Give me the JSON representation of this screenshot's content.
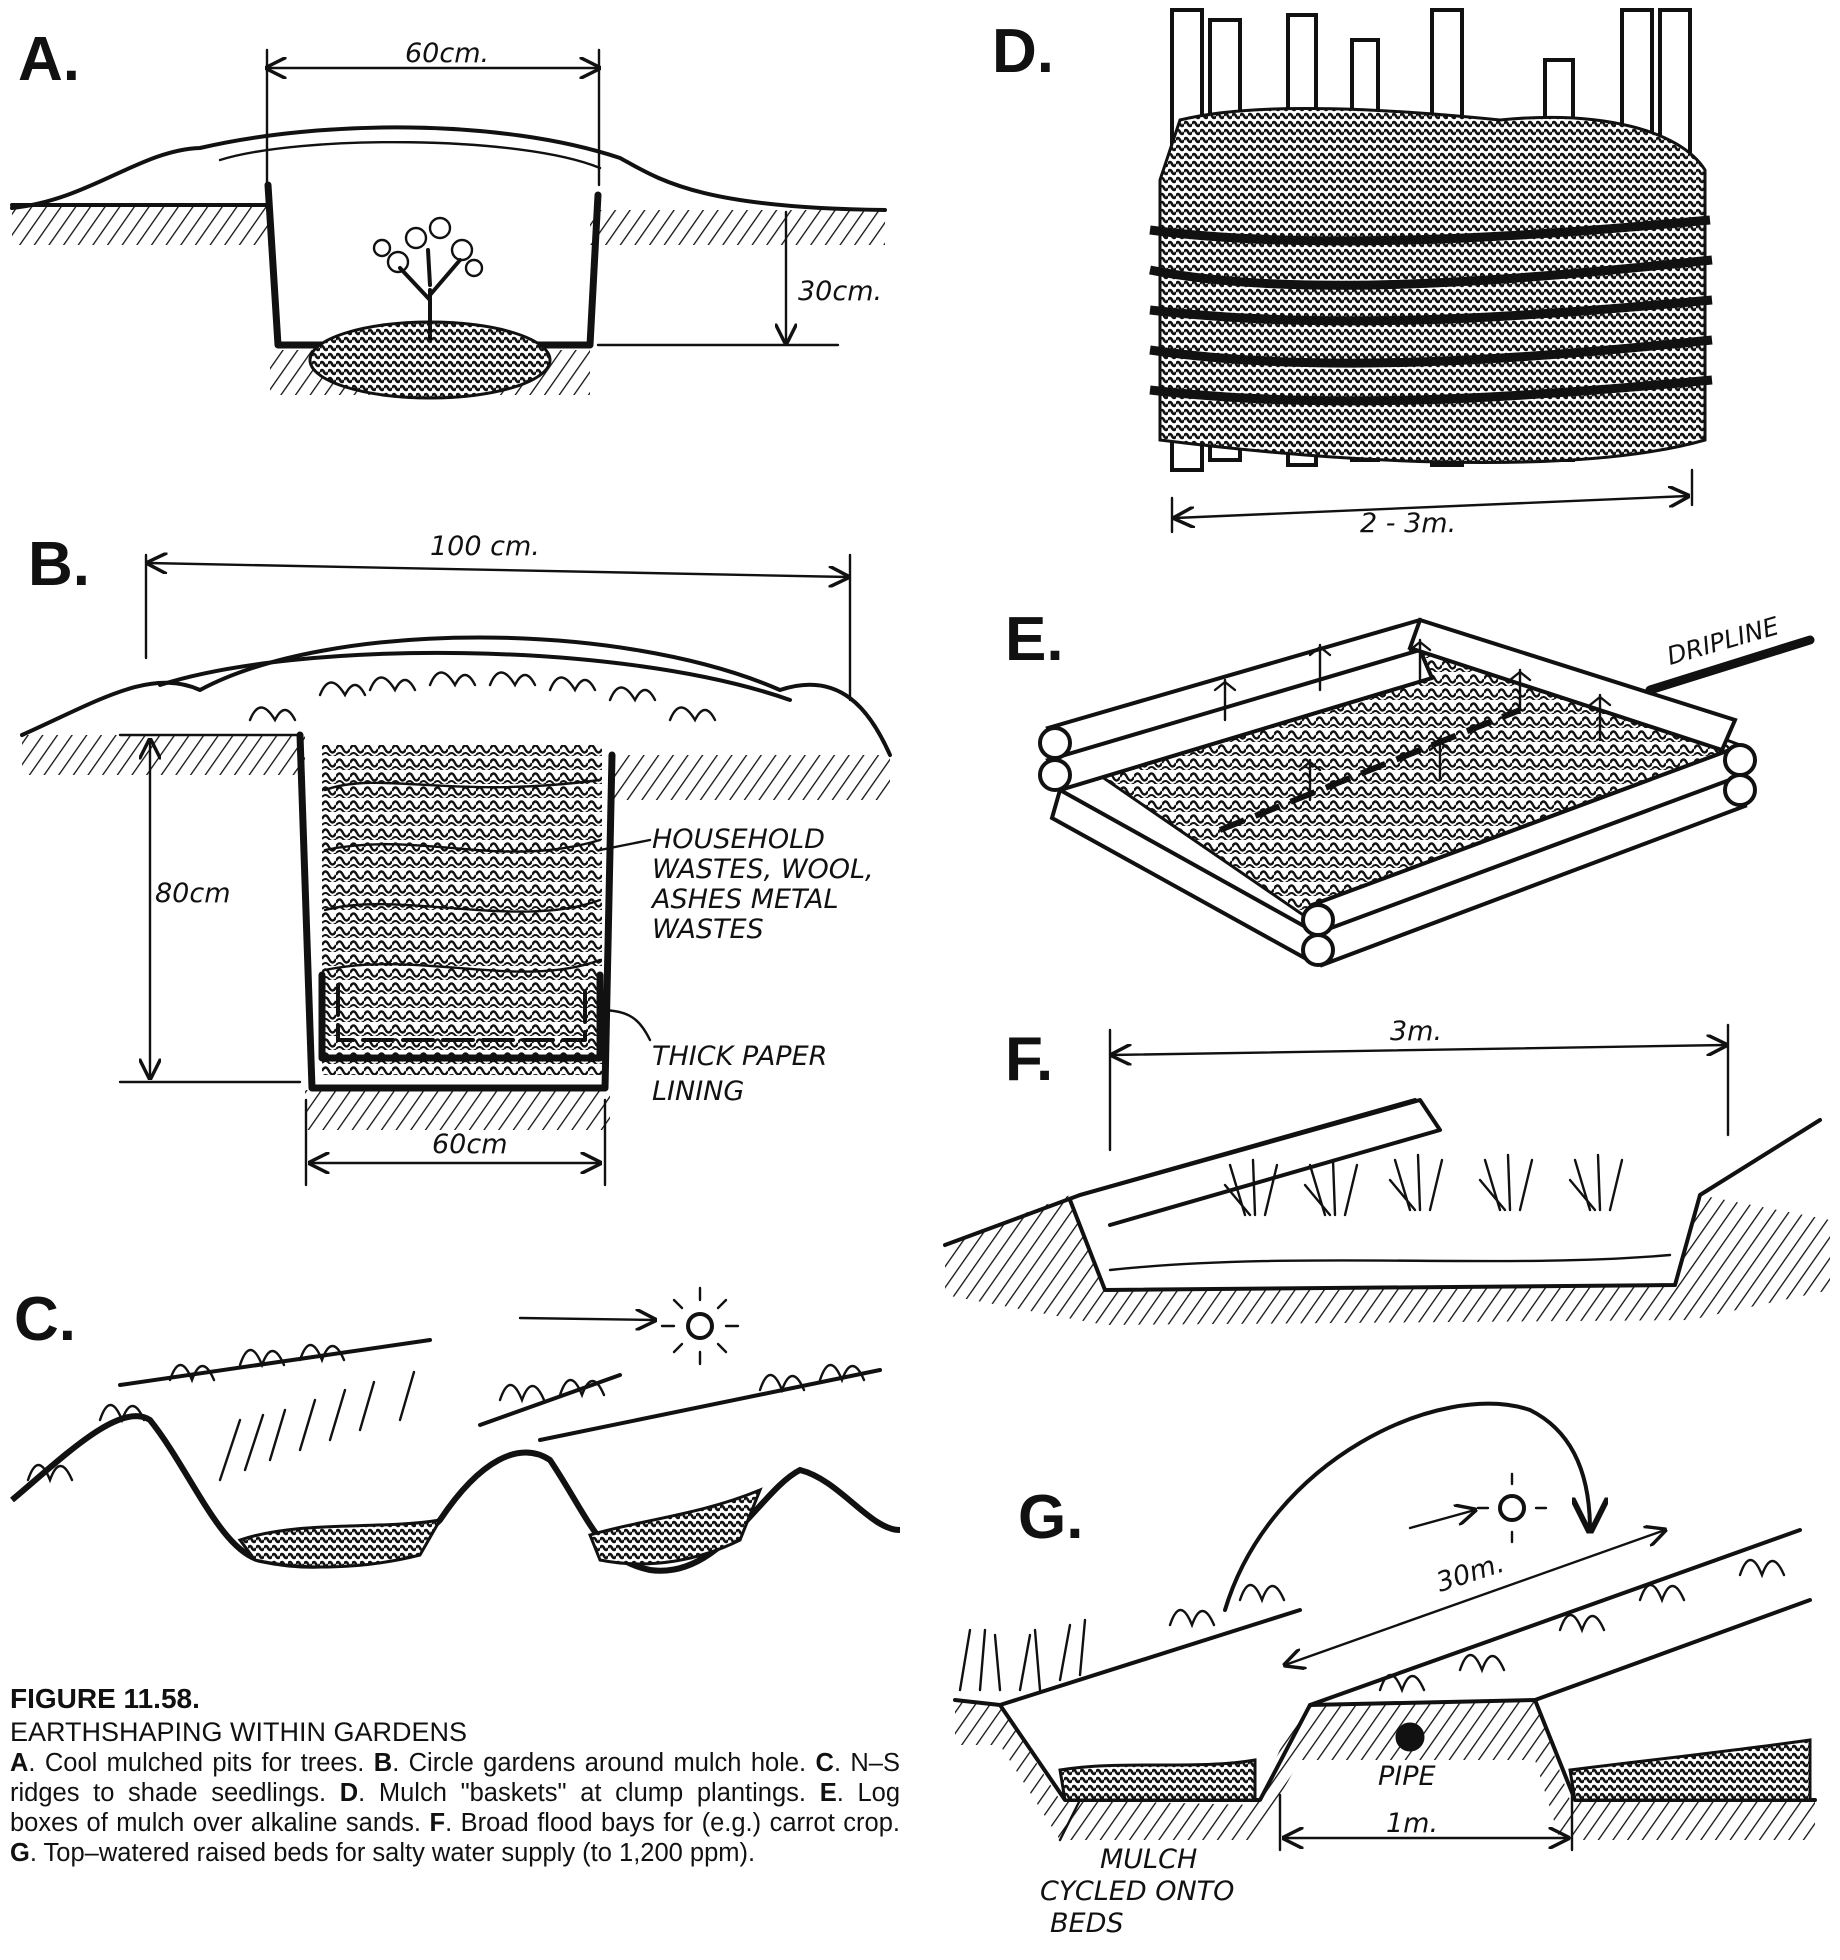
{
  "figure": {
    "number": "FIGURE 11.58.",
    "title": "EARTHSHAPING WITHIN GARDENS",
    "captions": [
      {
        "key": "A",
        "text": ". Cool mulched pits for trees. "
      },
      {
        "key": "B",
        "text": ". Circle gardens around mulch hole. "
      },
      {
        "key": "C",
        "text": ". N–S ridges to shade seedlings. "
      },
      {
        "key": "D",
        "text": ". Mulch \"baskets\" at clump plantings. "
      },
      {
        "key": "E",
        "text": ". Log boxes of mulch over alkaline sands. "
      },
      {
        "key": "F",
        "text": ". Broad flood bays for (e.g.) carrot crop. "
      },
      {
        "key": "G",
        "text": ". Top–watered raised beds for salty water supply (to 1,200 ppm)."
      }
    ]
  },
  "panels": {
    "A": {
      "letter": "A.",
      "width_label": "60cm.",
      "depth_label": "30cm."
    },
    "B": {
      "letter": "B.",
      "width_label": "100 cm.",
      "depth_label": "80cm",
      "bottom_label": "60cm",
      "note_wastes": [
        "HOUSEHOLD",
        "WASTES, WOOL,",
        "ASHES METAL",
        "WASTES"
      ],
      "note_lining": [
        "THICK  PAPER",
        "LINING"
      ]
    },
    "C": {
      "letter": "C."
    },
    "D": {
      "letter": "D.",
      "width_label": "2 - 3m."
    },
    "E": {
      "letter": "E.",
      "dripline_label": "DRIPLINE"
    },
    "F": {
      "letter": "F.",
      "width_label": "3m."
    },
    "G": {
      "letter": "G.",
      "length_label": "30m.",
      "pipe_label": "PIPE",
      "width_label": "1m.",
      "mulch_note": [
        "MULCH",
        "CYCLED ONTO",
        "BEDS"
      ]
    }
  }
}
